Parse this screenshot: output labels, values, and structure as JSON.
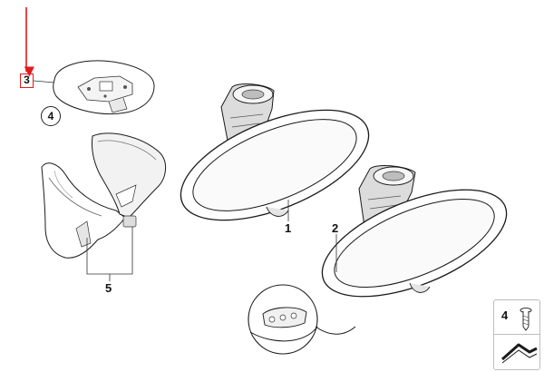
{
  "callouts": {
    "part_1": "1",
    "part_2": "2",
    "part_3": "3",
    "part_4": "4",
    "part_5": "5",
    "legend_part": "4"
  },
  "colors": {
    "highlight": "#e11a1a",
    "line": "#1a1a1a",
    "fill": "#ffffff",
    "shade": "#d9d9d9"
  },
  "icons": {
    "part_1": "rear-view-mirror-icon",
    "part_2": "rear-view-mirror-icon",
    "part_3": "mounting-plate-icon",
    "part_5": "mirror-cover-icon",
    "legend_part": "screw-icon",
    "legend_arrow": "arrow-icon"
  }
}
